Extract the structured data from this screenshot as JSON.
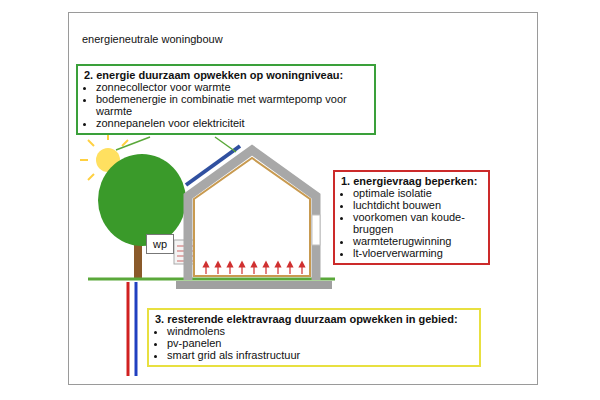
{
  "diagram": {
    "title": "energieneutrale woningbouw",
    "nodes": [
      {
        "text": [
          "2. energie duurzaam opwekken op woningniveau:",
          "zonnecollector voor warmte",
          "bodemenergie in combinatie met warmtepomp voor warmte",
          "zonnepanelen voor elektriciteit"
        ]
      },
      {
        "text": [
          "1. energievraag beperken:",
          "optimale isolatie",
          "luchtdicht bouwen",
          "voorkomen van koude-bruggen",
          "warmteterugwinning",
          "lt-vloerverwarming"
        ]
      },
      {
        "text": [
          "wp"
        ]
      },
      {
        "text": [
          "3. resterende elektravraag duurzaam opwekken in gebied:",
          "windmolens",
          "pv-panelen",
          "smart grid als infrastructuur"
        ]
      }
    ]
  }
}
